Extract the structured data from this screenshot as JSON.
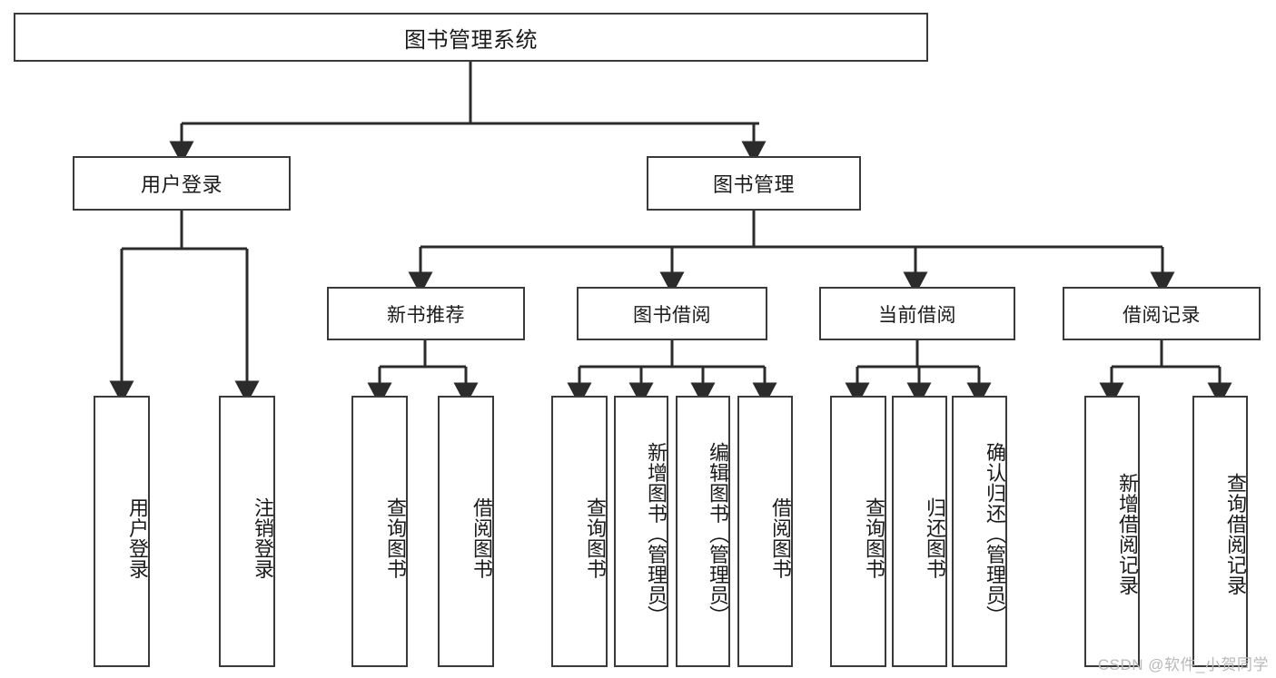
{
  "diagram": {
    "type": "tree-hierarchy",
    "root": {
      "id": "root",
      "label": "图书管理系统"
    },
    "level1": [
      {
        "id": "user-login",
        "label": "用户登录"
      },
      {
        "id": "book-manage",
        "label": "图书管理"
      }
    ],
    "level2": [
      {
        "id": "new-book-rec",
        "label": "新书推荐",
        "parent": "book-manage"
      },
      {
        "id": "book-borrow",
        "label": "图书借阅",
        "parent": "book-manage"
      },
      {
        "id": "current-borrow",
        "label": "当前借阅",
        "parent": "book-manage"
      },
      {
        "id": "borrow-record",
        "label": "借阅记录",
        "parent": "book-manage"
      }
    ],
    "leaves": [
      {
        "id": "leaf-user-login",
        "label": "用户登录",
        "parent": "user-login"
      },
      {
        "id": "leaf-logout-login",
        "label": "注销登录",
        "parent": "user-login"
      },
      {
        "id": "leaf-query-book-1",
        "label": "查询图书",
        "parent": "new-book-rec"
      },
      {
        "id": "leaf-borrow-book-1",
        "label": "借阅图书",
        "parent": "new-book-rec"
      },
      {
        "id": "leaf-query-book-2",
        "label": "查询图书",
        "parent": "book-borrow"
      },
      {
        "id": "leaf-add-book",
        "label": "新增图书（管理员）",
        "parent": "book-borrow"
      },
      {
        "id": "leaf-edit-book",
        "label": "编辑图书（管理员）",
        "parent": "book-borrow"
      },
      {
        "id": "leaf-borrow-book-2",
        "label": "借阅图书",
        "parent": "book-borrow"
      },
      {
        "id": "leaf-query-book-3",
        "label": "查询图书",
        "parent": "current-borrow"
      },
      {
        "id": "leaf-return-book",
        "label": "归还图书",
        "parent": "current-borrow"
      },
      {
        "id": "leaf-confirm-return",
        "label": "确认归还（管理员）",
        "parent": "current-borrow"
      },
      {
        "id": "leaf-add-record",
        "label": "新增借阅记录",
        "parent": "borrow-record"
      },
      {
        "id": "leaf-query-record",
        "label": "查询借阅记录",
        "parent": "borrow-record"
      }
    ]
  },
  "watermark": {
    "text": "CSDN @软件_小贺同学"
  },
  "colors": {
    "background": "#ffffff",
    "box_border": "#3a3a3a",
    "box_fill": "#ffffff",
    "connector": "#2b2b2b",
    "text": "#1a1a1a",
    "watermark": "#b9b9b9"
  }
}
